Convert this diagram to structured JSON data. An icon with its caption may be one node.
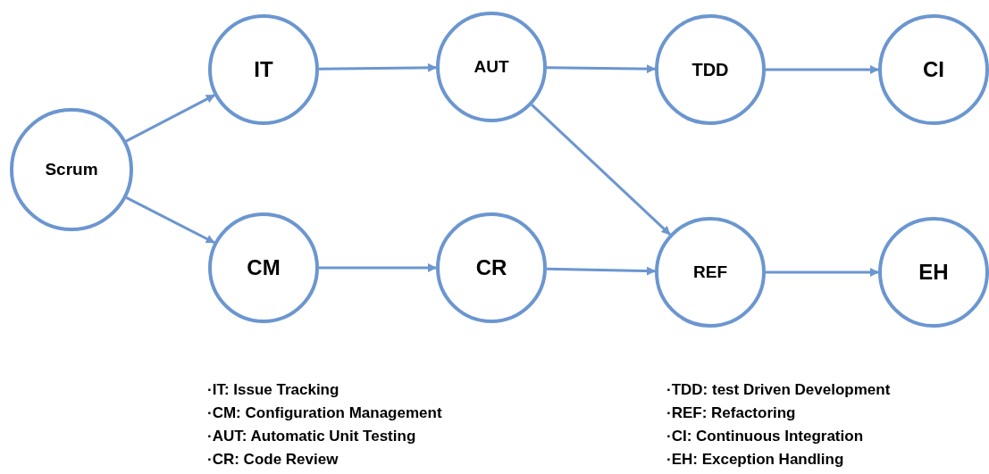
{
  "diagram": {
    "nodes": [
      {
        "text": [
          "Scrum"
        ]
      },
      {
        "text": [
          "IT"
        ]
      },
      {
        "text": [
          "AUT"
        ]
      },
      {
        "text": [
          "TDD"
        ]
      },
      {
        "text": [
          "CI"
        ]
      },
      {
        "text": [
          "CM"
        ]
      },
      {
        "text": [
          "CR"
        ]
      },
      {
        "text": [
          "REF"
        ]
      },
      {
        "text": [
          "EH"
        ]
      }
    ],
    "edges": [
      {
        "from": 0,
        "to": 1,
        "arrow": "to"
      },
      {
        "from": 0,
        "to": 5,
        "arrow": "to"
      },
      {
        "from": 1,
        "to": 2,
        "arrow": "to"
      },
      {
        "from": 2,
        "to": 3,
        "arrow": "to"
      },
      {
        "from": 3,
        "to": 4,
        "arrow": "to"
      },
      {
        "from": 2,
        "to": 7,
        "arrow": "to"
      },
      {
        "from": 5,
        "to": 6,
        "arrow": "to"
      },
      {
        "from": 6,
        "to": 7,
        "arrow": "to"
      },
      {
        "from": 7,
        "to": 8,
        "arrow": "to"
      }
    ],
    "labels": [
      "·IT: Issue Tracking",
      "·CM: Configuration Management",
      "·AUT: Automatic Unit Testing",
      "·CR: Code Review",
      "·TDD: test Driven Development",
      "·REF: Refactoring",
      "·CI: Continuous Integration",
      "·EH: Exception Handling"
    ]
  }
}
